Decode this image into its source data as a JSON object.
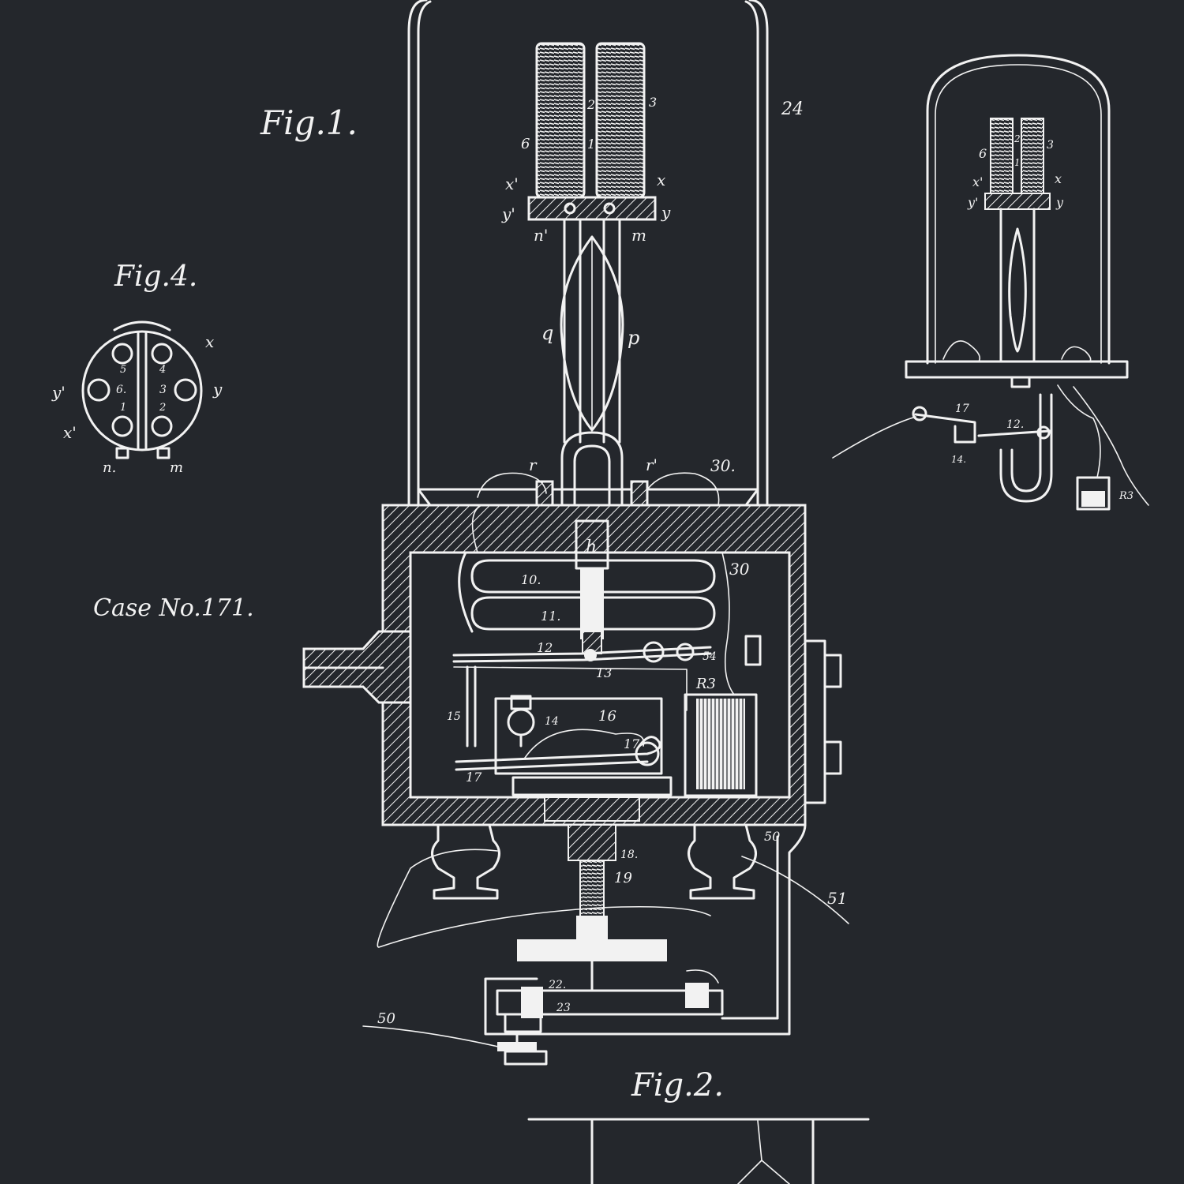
{
  "figures": {
    "fig1_title": "Fig.1.",
    "fig2_title": "Fig.2.",
    "fig4_title": "Fig.4.",
    "case_number": "Case No.171."
  },
  "labels": {
    "n24": "24",
    "n6": "6",
    "n2": "2",
    "n3": "3",
    "n1": "1",
    "x1": "x'",
    "x": "x",
    "y1": "y'",
    "y": "y",
    "n_": "n'",
    "m": "m",
    "q": "q",
    "p": "p",
    "r": "r",
    "r1": "r'",
    "n30a": "30.",
    "n30b": "30",
    "h": "h",
    "n10": "10.",
    "n11": "11.",
    "n12": "12",
    "n13": "13",
    "n54": "54",
    "R3": "R3",
    "n15": "15",
    "n14": "14",
    "n16": "16",
    "n17a": "17",
    "n17b": "17",
    "n18": "18.",
    "n19": "19",
    "n50a": "50",
    "n51": "51",
    "n22": "22.",
    "n23": "23",
    "n50b": "50"
  },
  "fig4_labels": {
    "x": "x",
    "y1": "y'",
    "y": "y",
    "x1": "x'",
    "n": "n.",
    "m": "m",
    "s5": "5",
    "s4": "4",
    "s6": "6.",
    "s3": "3",
    "s1": "1",
    "s2": "2"
  },
  "inset_labels": {
    "n6": "6",
    "n2": "2",
    "n3": "3",
    "n1": "1",
    "x1": "x'",
    "x": "x",
    "y1": "y'",
    "y": "y",
    "n17": "17",
    "n12": "12.",
    "n14": "14.",
    "R3": "R3"
  },
  "colors": {
    "background": "#24272c",
    "ink": "#f2f2f2"
  }
}
